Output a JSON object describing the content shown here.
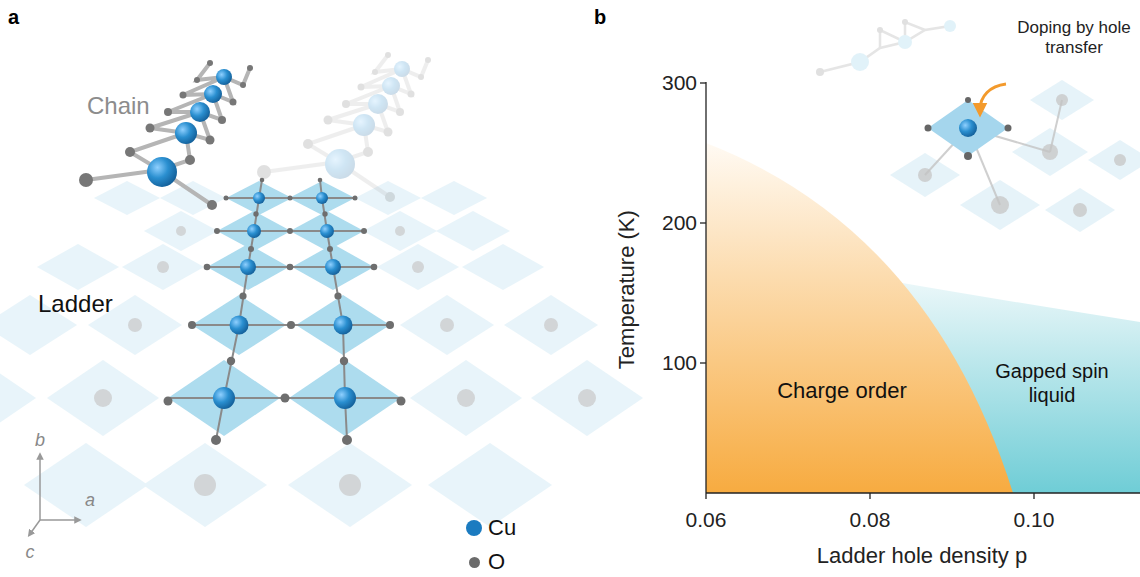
{
  "diagram": {
    "nodes": [
      {
        "text": [
          "Charge order"
        ]
      },
      {
        "text": [
          "Gapped spin liquid"
        ]
      }
    ],
    "labels": [
      "a",
      "b",
      "Chain",
      "Ladder",
      "b",
      "a",
      "c",
      "Doping by hole transfer",
      "300",
      "200",
      "100",
      "Temperature (K)",
      "0.06",
      "0.08",
      "0.10",
      "Ladder hole density p"
    ],
    "legend": [
      {
        "text": "Cu",
        "color": "#1b7bc0"
      },
      {
        "text": "O",
        "color": "#6b6b6b"
      }
    ]
  }
}
